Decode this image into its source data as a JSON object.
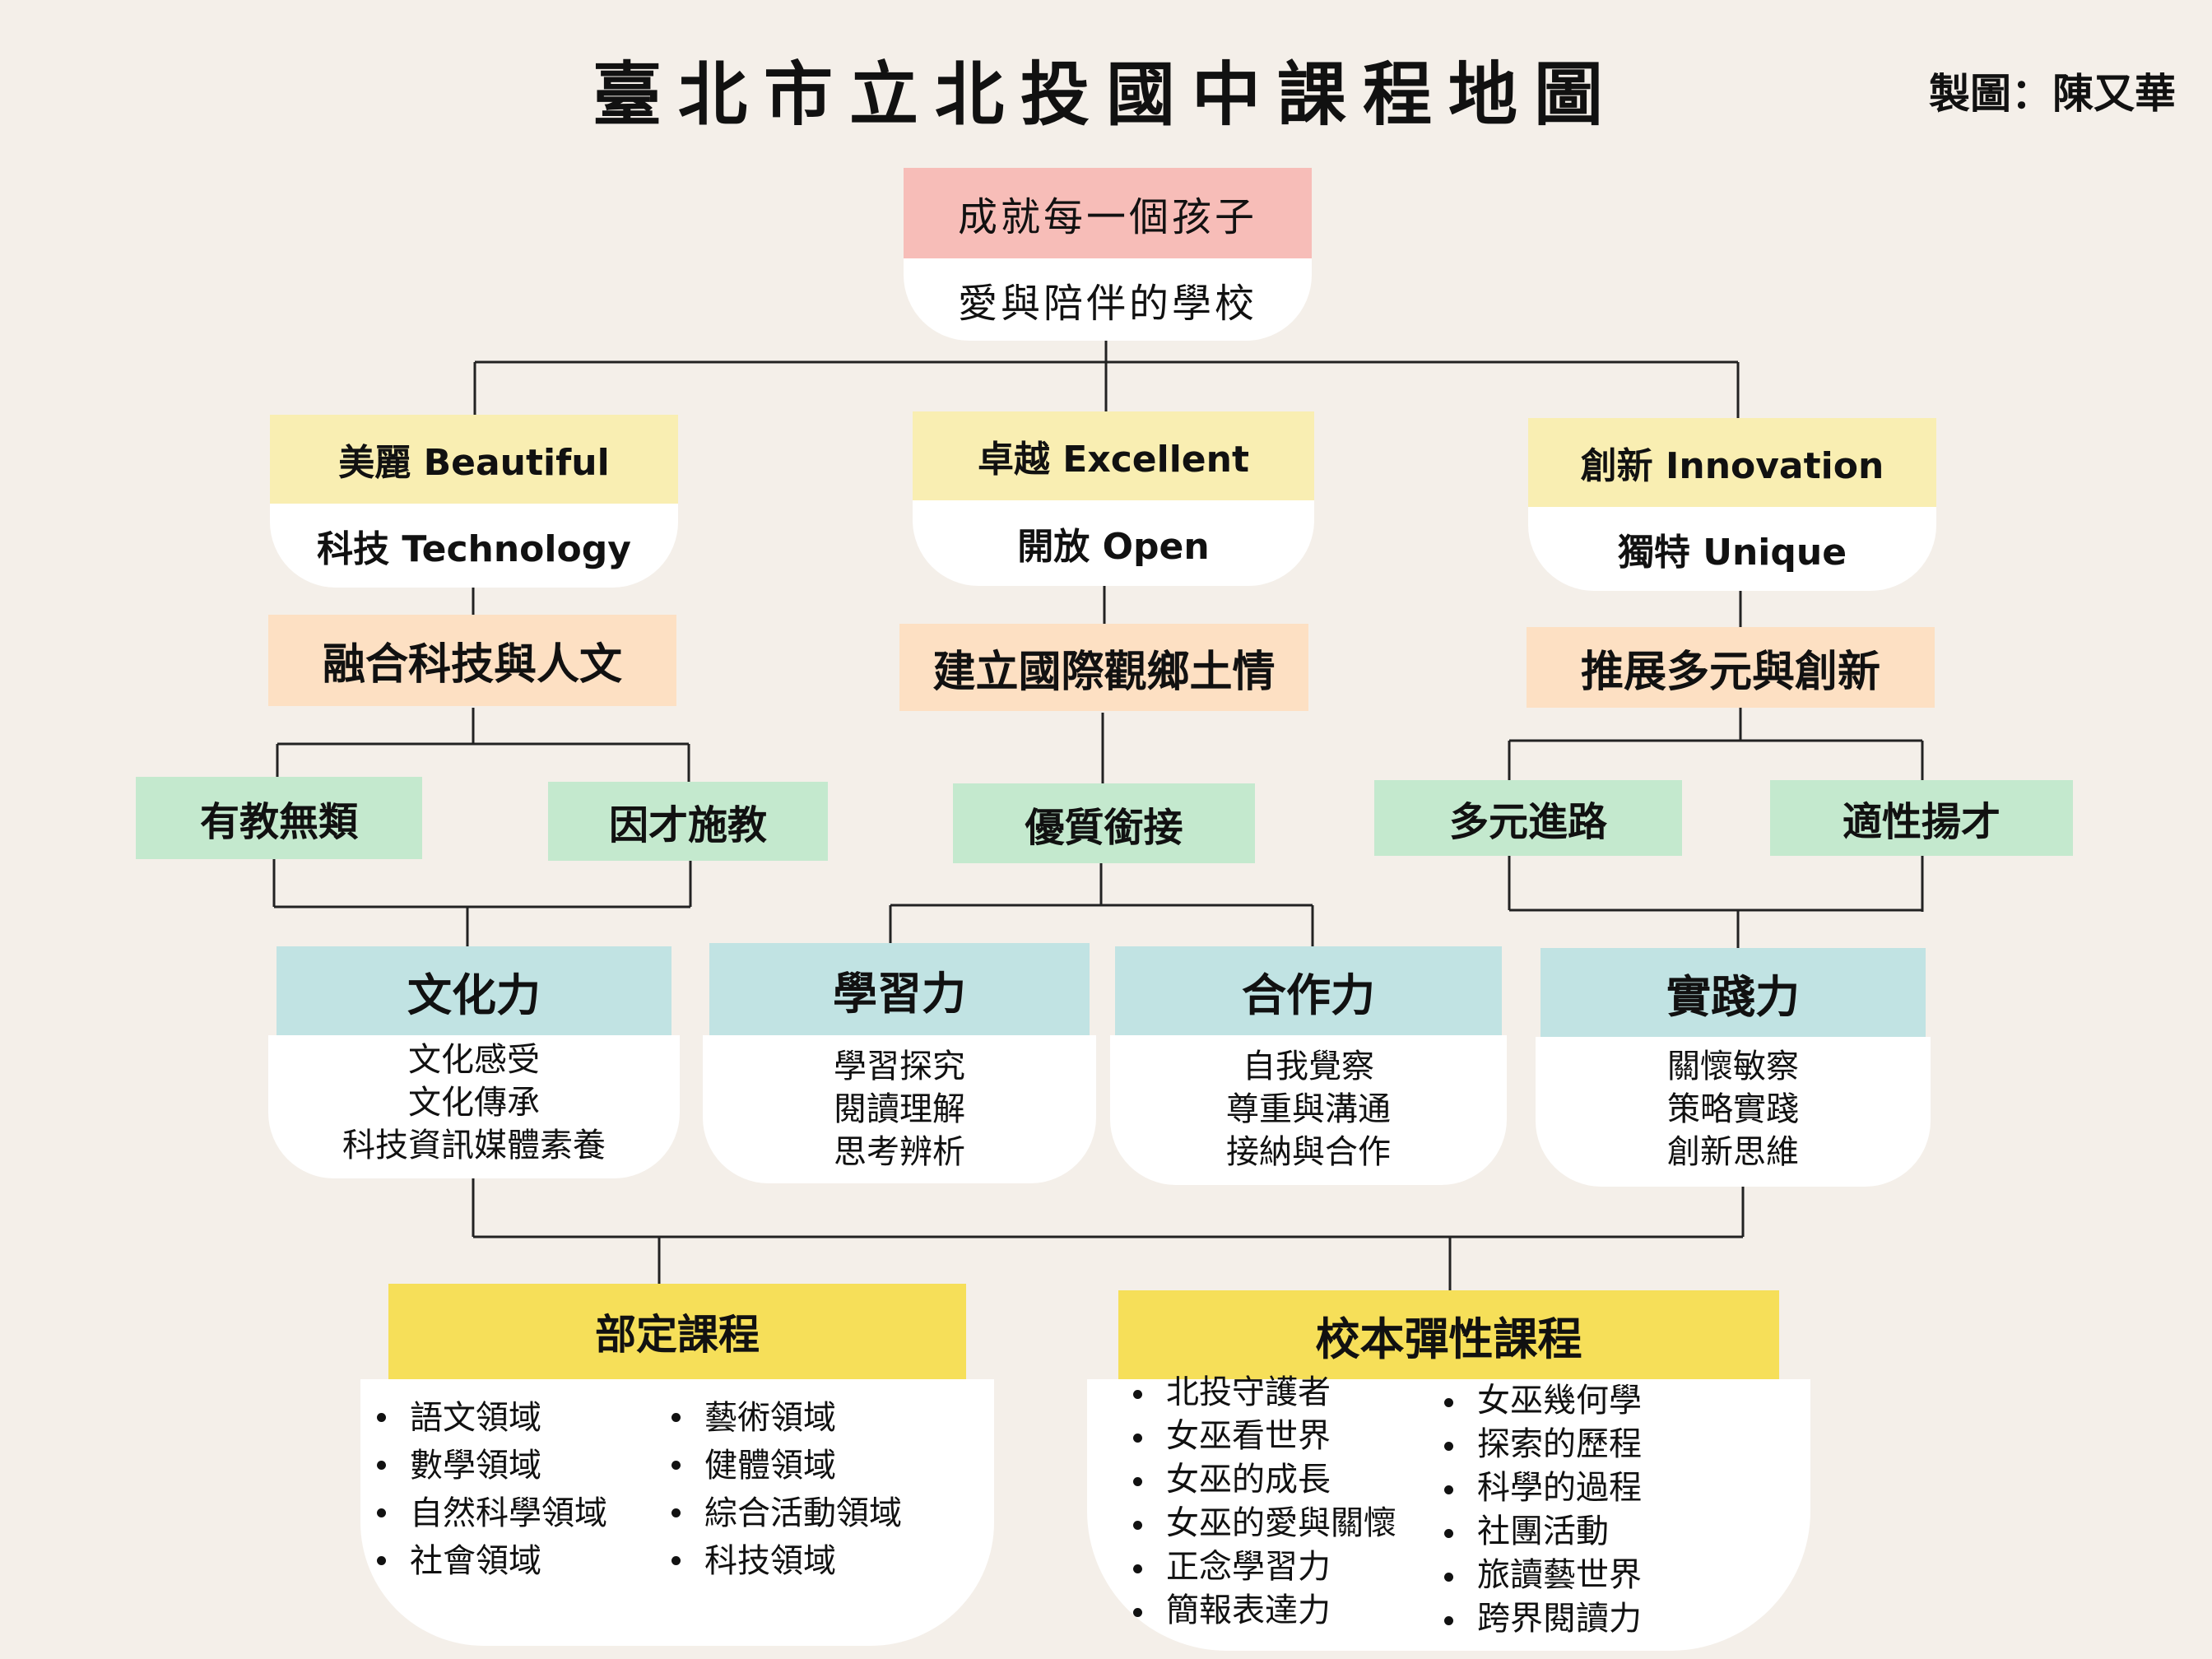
{
  "title": "臺北市立北投國中課程地圖",
  "author": "製圖：陳又華",
  "vision": {
    "line1": "成就每一個孩子",
    "line2": "愛與陪伴的學校"
  },
  "pillars": [
    {
      "line1": "美麗 Beautiful",
      "line2": "科技 Technology",
      "goal": "融合科技與人文"
    },
    {
      "line1": "卓越 Excellent",
      "line2": "開放 Open",
      "goal": "建立國際觀鄉土情"
    },
    {
      "line1": "創新 Innovation",
      "line2": "獨特 Unique",
      "goal": "推展多元與創新"
    }
  ],
  "approaches": [
    "有教無類",
    "因才施教",
    "優質銜接",
    "多元進路",
    "適性揚才"
  ],
  "competencies": [
    {
      "name": "文化力",
      "items": [
        "文化感受",
        "文化傳承",
        "科技資訊媒體素養"
      ]
    },
    {
      "name": "學習力",
      "items": [
        "學習探究",
        "閱讀理解",
        "思考辨析"
      ]
    },
    {
      "name": "合作力",
      "items": [
        "自我覺察",
        "尊重與溝通",
        "接納與合作"
      ]
    },
    {
      "name": "實踐力",
      "items": [
        "關懷敏察",
        "策略實踐",
        "創新思維"
      ]
    }
  ],
  "curricula": [
    {
      "name": "部定課程",
      "col1": [
        "語文領域",
        "數學領域",
        "自然科學領域",
        "社會領域"
      ],
      "col2": [
        "藝術領域",
        "健體領域",
        "綜合活動領域",
        "科技領域"
      ]
    },
    {
      "name": "校本彈性課程",
      "col1": [
        "北投守護者",
        "女巫看世界",
        "女巫的成長",
        "女巫的愛與關懷",
        "正念學習力",
        "簡報表達力"
      ],
      "col2": [
        "女巫幾何學",
        "探索的歷程",
        "科學的過程",
        "社團活動",
        "旅讀藝世界",
        "跨界閱讀力"
      ]
    }
  ],
  "colors": {
    "background": "#f4efe9",
    "vision_header": "#f7bdb8",
    "pillar_header": "#f9eeb2",
    "goal": "#fde0c3",
    "approach": "#c4e9ce",
    "competency_header": "#c1e3e3",
    "curriculum_header": "#f6df59",
    "line": "#222222"
  }
}
